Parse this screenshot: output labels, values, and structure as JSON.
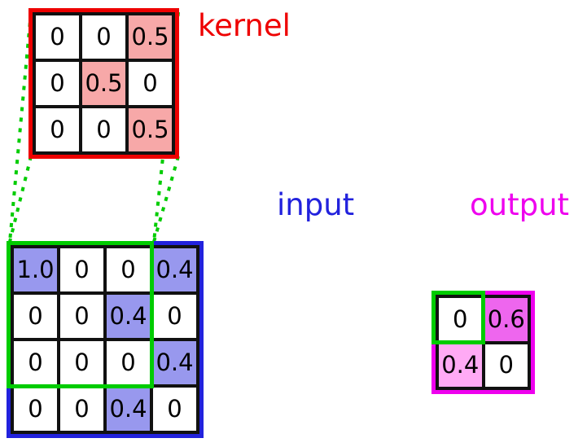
{
  "labels": {
    "kernel": "kernel",
    "input": "input",
    "output": "output"
  },
  "kernel": {
    "rows": [
      [
        "0",
        "0",
        "0.5"
      ],
      [
        "0",
        "0.5",
        "0"
      ],
      [
        "0",
        "0",
        "0.5"
      ]
    ],
    "highlight_cells": [
      [
        0,
        2
      ],
      [
        1,
        1
      ],
      [
        2,
        2
      ]
    ]
  },
  "input": {
    "rows": [
      [
        "1.0",
        "0",
        "0",
        "0.4"
      ],
      [
        "0",
        "0",
        "0.4",
        "0"
      ],
      [
        "0",
        "0",
        "0",
        "0.4"
      ],
      [
        "0",
        "0",
        "0.4",
        "0"
      ]
    ],
    "highlight_cells": [
      [
        0,
        0
      ],
      [
        0,
        3
      ],
      [
        1,
        2
      ],
      [
        2,
        3
      ],
      [
        3,
        2
      ]
    ],
    "window": {
      "row": 0,
      "col": 0,
      "size": 3
    }
  },
  "output": {
    "rows": [
      [
        "0",
        "0.6"
      ],
      [
        "0.4",
        "0"
      ]
    ],
    "strong_cell": [
      0,
      1
    ],
    "light_cell": [
      1,
      0
    ],
    "green_cell": [
      0,
      0
    ]
  },
  "colors": {
    "kernel_border": "#ee0000",
    "kernel_highlight": "#f7a8a8",
    "input_border": "#2222dd",
    "input_highlight": "#9898ee",
    "window_green": "#00cc00",
    "output_border": "#ee00ee",
    "output_highlight_strong": "#ee66ee",
    "output_highlight_light": "#ffaaf5"
  }
}
